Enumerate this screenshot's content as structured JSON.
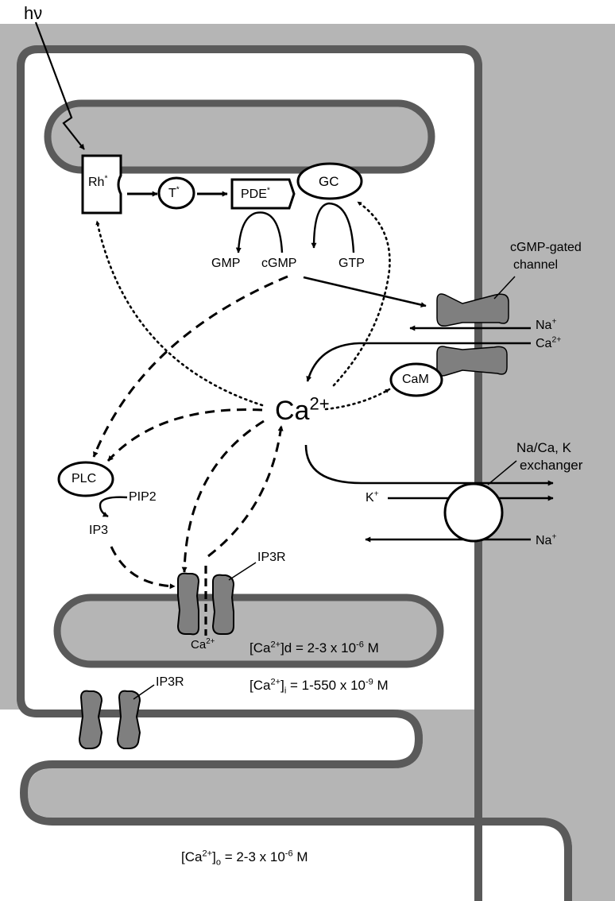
{
  "colors": {
    "background_gray": "#b5b5b5",
    "cell_white": "#ffffff",
    "membrane": "#5a5a5a",
    "protein_fill": "#7f7f7f",
    "ink": "#000000"
  },
  "labels": {
    "photon": {
      "main": "h",
      "greek": "ν"
    },
    "rhodopsin": {
      "main": "Rh",
      "sup": "*"
    },
    "transducin": {
      "main": "T",
      "sup": "*"
    },
    "pde": {
      "main": "PDE",
      "sup": "*"
    },
    "gc": "GC",
    "gmp": "GMP",
    "cgmp": "cGMP",
    "gtp": "GTP",
    "channel_title_1": "cGMP-gated",
    "channel_title_2": "channel",
    "na_in": {
      "main": "Na",
      "sup": "+"
    },
    "ca_in": {
      "main": "Ca",
      "sup": "2+"
    },
    "cam": "CaM",
    "ca_center": {
      "main": "Ca",
      "sup": "2+"
    },
    "exchanger_1": "Na/Ca, K",
    "exchanger_2": "exchanger",
    "k_ion": {
      "main": "K",
      "sup": "+"
    },
    "na_out": {
      "main": "Na",
      "sup": "+"
    },
    "plc": "PLC",
    "pip2": "PIP2",
    "ip3": "IP3",
    "ip3r_disk": "IP3R",
    "ca_disk_release": {
      "main": "Ca",
      "sup": "2+"
    },
    "ca_disk_conc": {
      "pre": "[Ca",
      "sup": "2+",
      "mid": "]d = 2-3 x 10",
      "exp": "-6",
      "post": " M"
    },
    "ca_int_conc": {
      "pre": "[Ca",
      "sup": "2+",
      "mid": "]",
      "sub": "i",
      "mid2": " = 1-550 x 10",
      "exp": "-9",
      "post": " M"
    },
    "ip3r_membrane": "IP3R",
    "ca_out_conc": {
      "pre": "[Ca",
      "sup": "2+",
      "mid": "]",
      "sub": "o",
      "mid2": " = 2-3 x 10",
      "exp": "-6",
      "post": " M"
    }
  }
}
